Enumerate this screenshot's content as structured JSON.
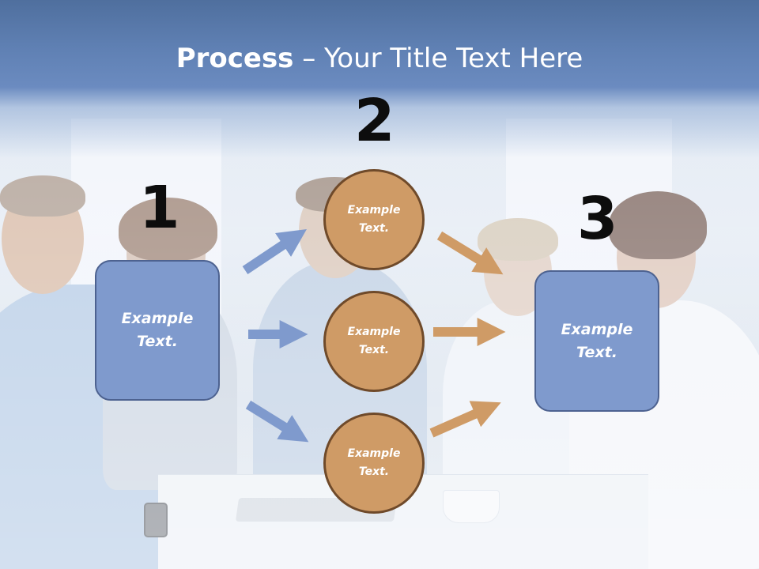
{
  "title": {
    "bold": "Process",
    "rest": " – Your Title Text Here"
  },
  "steps": {
    "one": "1",
    "two": "2",
    "three": "3"
  },
  "input_box": {
    "label": "Example\nText."
  },
  "circles": [
    {
      "label": "Example\nText."
    },
    {
      "label": "Example\nText."
    },
    {
      "label": "Example\nText."
    }
  ],
  "output_box": {
    "label": "Example\nText."
  },
  "colors": {
    "header": "#5f80b3",
    "box_fill": "#7f9acd",
    "box_border": "#4d6290",
    "circle_fill": "#cf9b66",
    "circle_border": "#6f4a2a",
    "arrow_blue": "#7f9acd",
    "arrow_orange": "#cf9b66"
  }
}
